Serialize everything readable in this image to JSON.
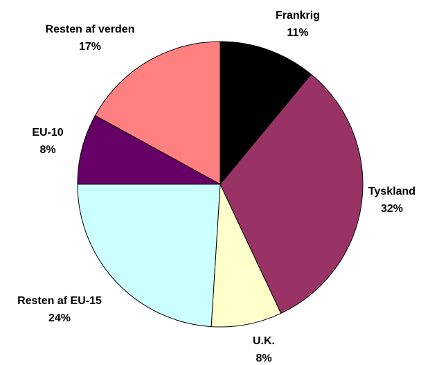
{
  "chart_data": {
    "type": "pie",
    "title": "",
    "slices": [
      {
        "label": "Frankrig",
        "value": 11,
        "value_label": "11%",
        "color": "#000000"
      },
      {
        "label": "Tyskland",
        "value": 32,
        "value_label": "32%",
        "color": "#993366"
      },
      {
        "label": "U.K.",
        "value": 8,
        "value_label": "8%",
        "color": "#FFFFCC"
      },
      {
        "label": "Resten af EU-15",
        "value": 24,
        "value_label": "24%",
        "color": "#CCFFFF"
      },
      {
        "label": "EU-10",
        "value": 8,
        "value_label": "8%",
        "color": "#660066"
      },
      {
        "label": "Resten af verden",
        "value": 17,
        "value_label": "17%",
        "color": "#FF8080"
      }
    ],
    "start_angle": "12 o'clock",
    "direction": "clockwise",
    "slice_border_color": "#000000",
    "legend": "none",
    "data_labels": "outside, category name and percentage"
  }
}
